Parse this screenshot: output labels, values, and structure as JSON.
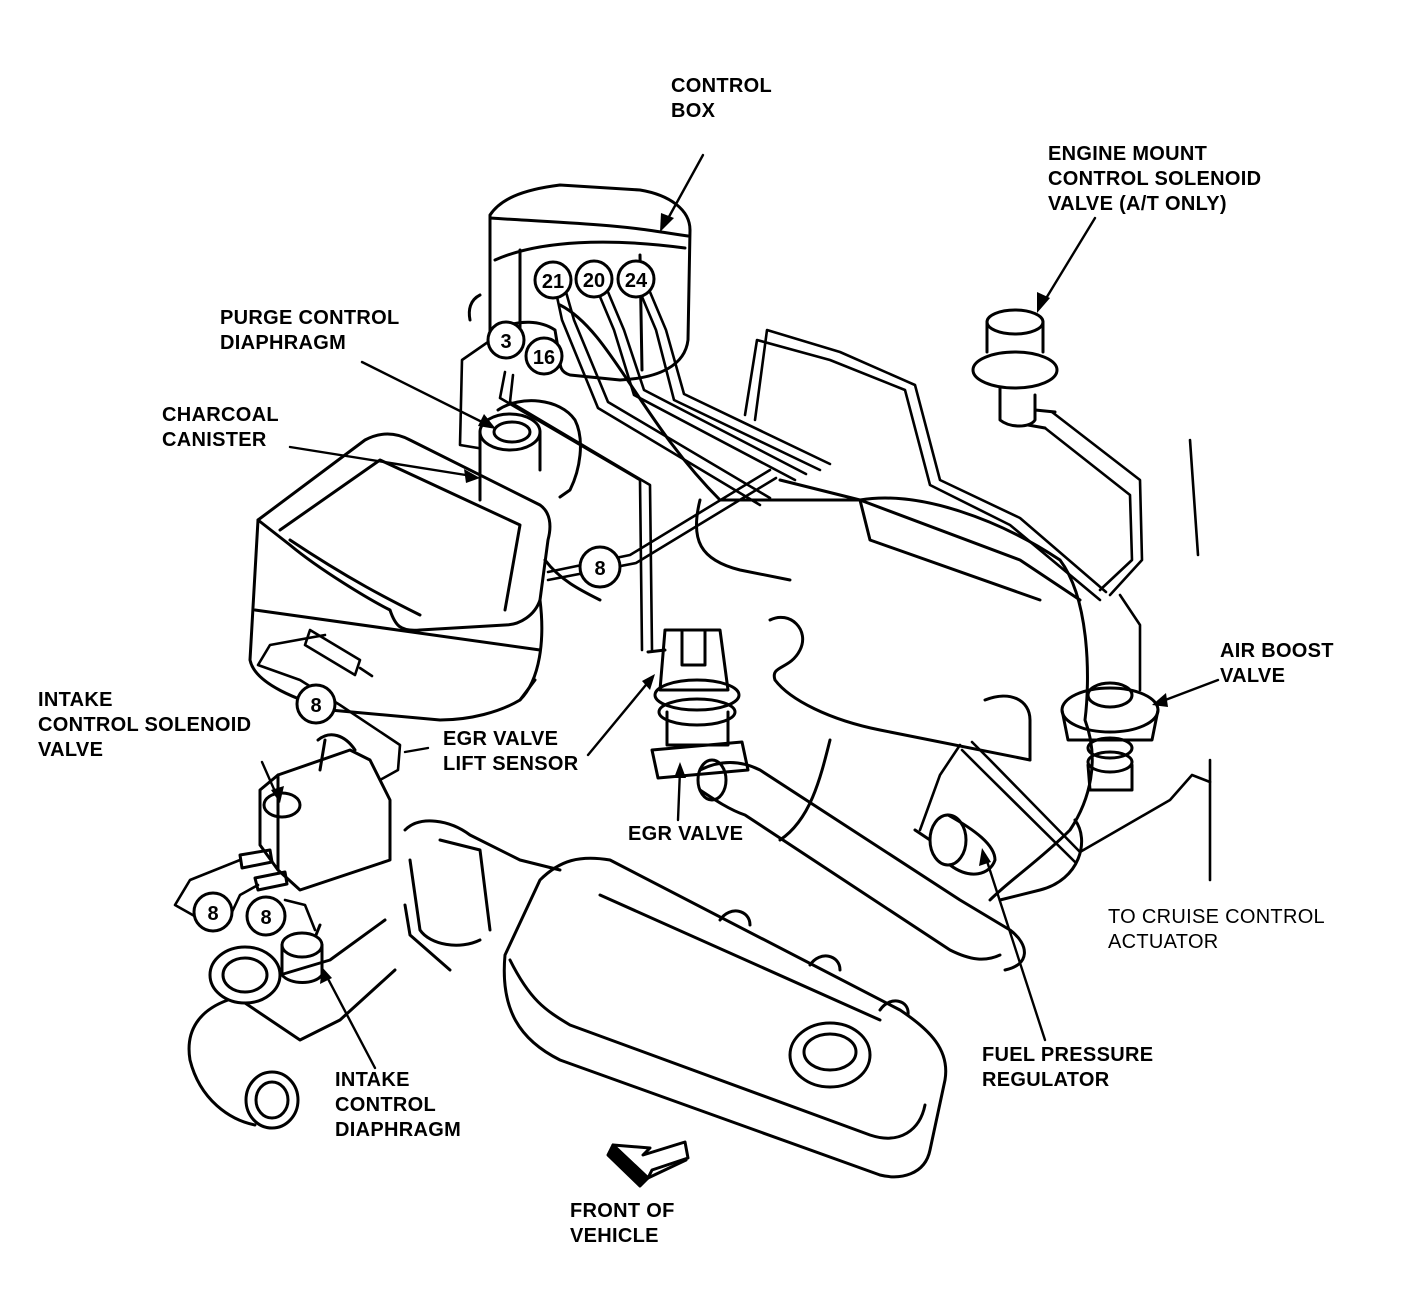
{
  "colors": {
    "ink": "#000000",
    "paper": "#ffffff"
  },
  "labels": {
    "control_box": "CONTROL\nBOX",
    "engine_mount_valve": "ENGINE MOUNT\nCONTROL SOLENOID\nVALVE (A/T ONLY)",
    "purge_control_diaphragm": "PURGE CONTROL\nDIAPHRAGM",
    "charcoal_canister": "CHARCOAL\nCANISTER",
    "intake_control_solenoid_valve": "INTAKE\nCONTROL SOLENOID\nVALVE",
    "egr_valve_lift_sensor": "EGR VALVE\nLIFT SENSOR",
    "egr_valve": "EGR VALVE",
    "air_boost_valve": "AIR BOOST\nVALVE",
    "to_cruise_control_actuator": "TO CRUISE CONTROL\nACTUATOR",
    "fuel_pressure_regulator": "FUEL PRESSURE\nREGULATOR",
    "intake_control_diaphragm": "INTAKE\nCONTROL\nDIAPHRAGM",
    "front_of_vehicle": "FRONT OF\nVEHICLE"
  },
  "hose_numbers": {
    "control_box_left": "21",
    "control_box_mid": "20",
    "control_box_right": "24",
    "purge_upper": "3",
    "purge_lower": "16",
    "canister_hose": "8",
    "solenoid_top": "8",
    "solenoid_left": "8",
    "solenoid_right": "8"
  }
}
